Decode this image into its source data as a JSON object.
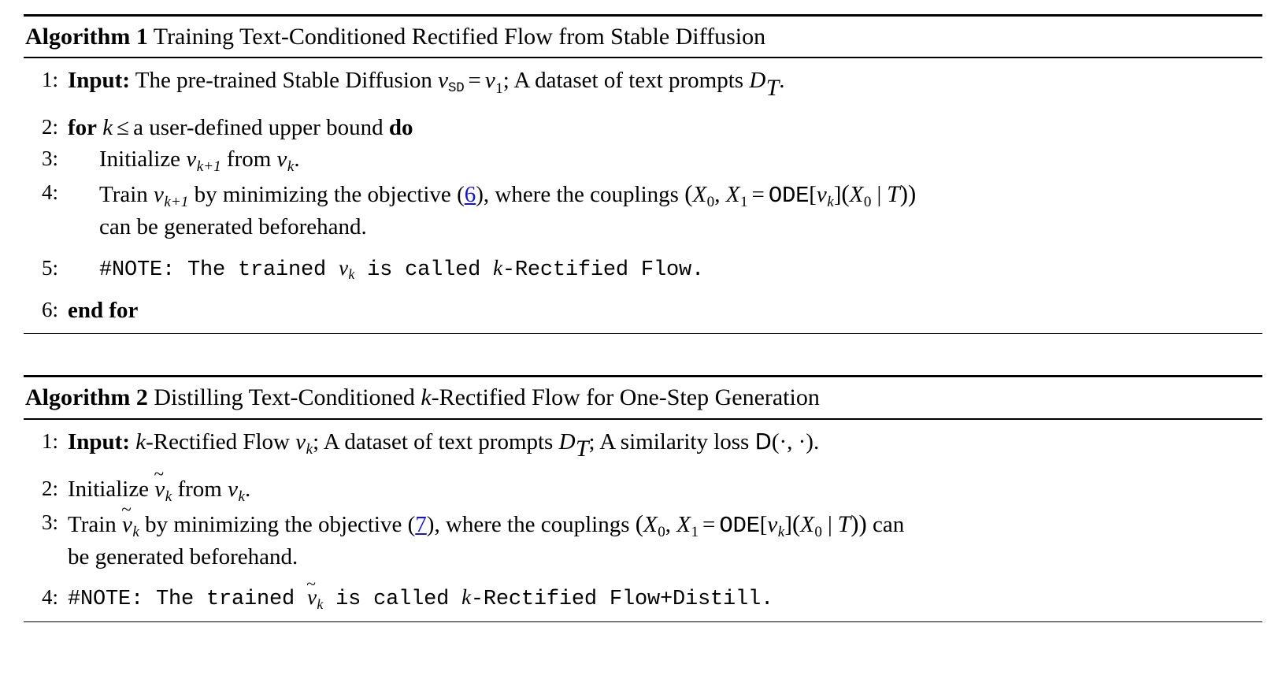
{
  "document": {
    "type": "algorithm-block-page",
    "reference_color": "#1414cf"
  },
  "algorithms": [
    {
      "id": "algorithm-1",
      "label": "Algorithm 1",
      "title": "Training Text-Conditioned Rectified Flow from Stable Diffusion",
      "steps": [
        {
          "num": "1:",
          "keyword": "Input:",
          "text_a": "The pre-trained Stable Diffusion",
          "math_v_sd": "v",
          "math_sd_sub": "SD",
          "eq": "=",
          "math_v1": "v",
          "math_v1_sub": "1",
          "semicolon": "; A dataset of text prompts",
          "math_D": "D",
          "math_D_sub": "T",
          "period": "."
        },
        {
          "num": "2:",
          "kw_for": "for",
          "math_k": "k",
          "leq": "≤",
          "text": "a user-defined upper bound",
          "kw_do": "do"
        },
        {
          "num": "3:",
          "text_a": "Initialize",
          "math_v": "v",
          "math_v_sub": "k+1",
          "text_b": "from",
          "math_v2": "v",
          "math_v2_sub": "k",
          "period": "."
        },
        {
          "num": "4:",
          "text_a": "Train",
          "math_v": "v",
          "math_v_sub": "k+1",
          "text_b": "by minimizing the objective",
          "ref_open": "(",
          "ref": "6",
          "ref_close": ")",
          "text_c": ", where the couplings",
          "math_X0": "X",
          "math_X0_sub": "0",
          "comma": ",",
          "math_X1": "X",
          "math_X1_sub": "1",
          "eq": "=",
          "ode": "ODE",
          "ode_arg": "v",
          "ode_arg_sub": "k",
          "math_X0b": "X",
          "math_X0b_sub": "0",
          "mid": "|",
          "math_T": "T",
          "continuation": "can be generated beforehand."
        },
        {
          "num": "5:",
          "mono_a": "#NOTE: The trained ",
          "math_v": "v",
          "math_v_sub": "k",
          "mono_b": " is called ",
          "math_k": "k",
          "mono_c": "-Rectified Flow."
        },
        {
          "num": "6:",
          "kw_end_for": "end for"
        }
      ]
    },
    {
      "id": "algorithm-2",
      "label": "Algorithm 2",
      "title_a": "Distilling Text-Conditioned",
      "title_k": "k",
      "title_b": "-Rectified Flow for One-Step Generation",
      "steps": [
        {
          "num": "1:",
          "keyword": "Input:",
          "math_k": "k",
          "text_a": "-Rectified Flow",
          "math_v": "v",
          "math_v_sub": "k",
          "semicolon": "; A dataset of text prompts",
          "math_D": "D",
          "math_D_sub": "T",
          "semicolon2": "; A similarity loss",
          "math_DD": "D",
          "dd_args": "(·, ·)",
          "period": "."
        },
        {
          "num": "2:",
          "text_a": "Initialize",
          "math_vt": "v",
          "math_vt_sub": "k",
          "text_b": "from",
          "math_v2": "v",
          "math_v2_sub": "k",
          "period": "."
        },
        {
          "num": "3:",
          "text_a": "Train",
          "math_vt": "v",
          "math_vt_sub": "k",
          "text_b": "by minimizing the objective",
          "ref_open": "(",
          "ref": "7",
          "ref_close": ")",
          "text_c": ", where the couplings",
          "math_X0": "X",
          "math_X0_sub": "0",
          "comma": ",",
          "math_X1": "X",
          "math_X1_sub": "1",
          "eq": "=",
          "ode": "ODE",
          "ode_arg": "v",
          "ode_arg_sub": "k",
          "math_X0b": "X",
          "math_X0b_sub": "0",
          "mid": "|",
          "math_T": "T",
          "text_d": "can",
          "continuation": "be generated beforehand."
        },
        {
          "num": "4:",
          "mono_a": "#NOTE: The trained ",
          "math_vt": "v",
          "math_vt_sub": "k",
          "mono_b": " is called ",
          "math_k": "k",
          "mono_c": "-Rectified Flow+Distill."
        }
      ]
    }
  ]
}
